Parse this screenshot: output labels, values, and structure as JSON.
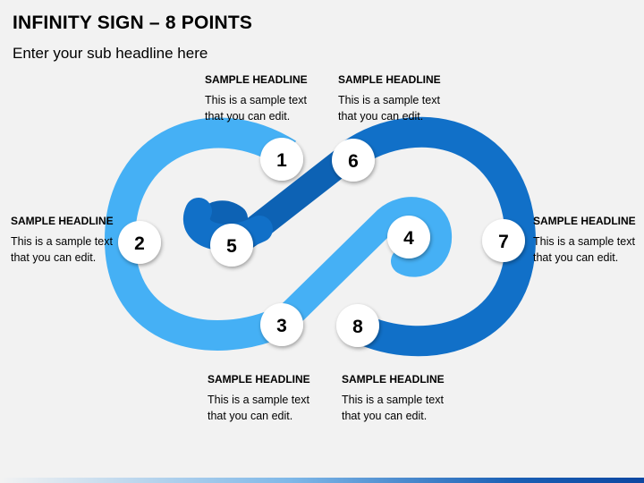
{
  "header": {
    "title": "INFINITY SIGN – 8 POINTS",
    "subtitle": "Enter your sub headline here"
  },
  "points": [
    {
      "number": "1",
      "headline": "SAMPLE HEADLINE",
      "line1": "This is a sample text",
      "line2": "that you can edit."
    },
    {
      "number": "2",
      "headline": "SAMPLE HEADLINE",
      "line1": "This is a sample text",
      "line2": "that you can edit."
    },
    {
      "number": "3",
      "headline": "SAMPLE HEADLINE",
      "line1": "This is a sample text",
      "line2": "that you can edit."
    },
    {
      "number": "4",
      "headline": "",
      "line1": "",
      "line2": ""
    },
    {
      "number": "5",
      "headline": "",
      "line1": "",
      "line2": ""
    },
    {
      "number": "6",
      "headline": "SAMPLE HEADLINE",
      "line1": "This is a sample text",
      "line2": "that you can edit."
    },
    {
      "number": "7",
      "headline": "SAMPLE HEADLINE",
      "line1": "This is a sample text",
      "line2": "that you can edit."
    },
    {
      "number": "8",
      "headline": "SAMPLE HEADLINE",
      "line1": "This is a sample text",
      "line2": "that you can edit."
    }
  ],
  "colors": {
    "light_blue": "#45b0f5",
    "dark_blue": "#1170c8",
    "darker_blue": "#0d62b4",
    "background": "#f2f2f2"
  }
}
